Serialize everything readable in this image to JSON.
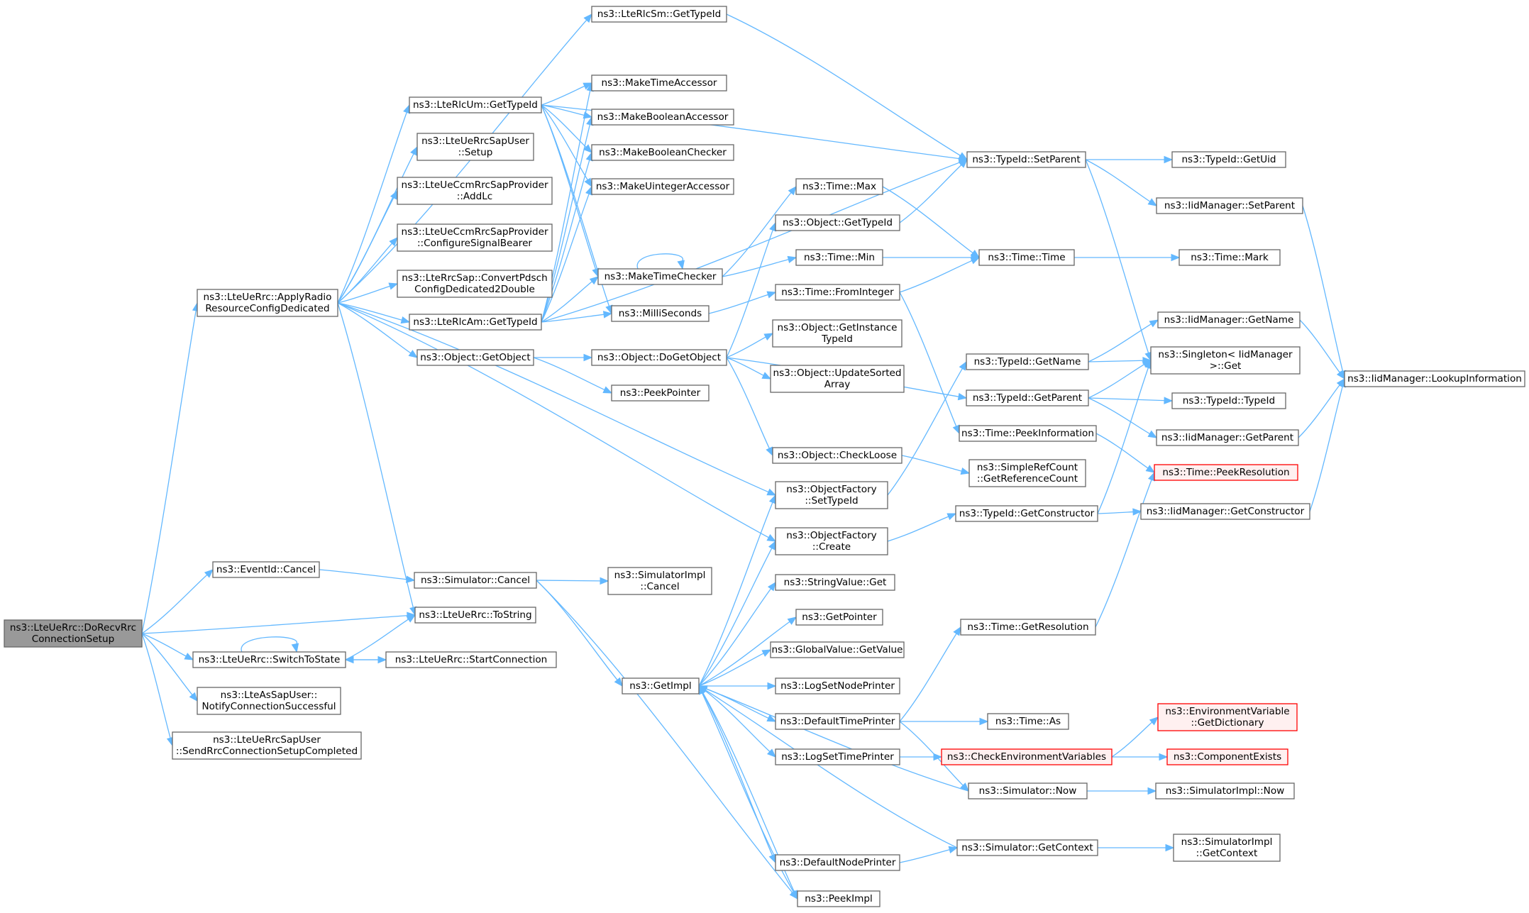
{
  "colors": {
    "edge": "#63b8ff",
    "node_border": "#666666",
    "root_fill": "#999999",
    "warn_border": "#ff0000",
    "warn_fill": "#fff0f0"
  },
  "nodes": [
    {
      "id": "root",
      "lines": [
        "ns3::LteUeRrc::DoRecvRrc",
        "ConnectionSetup"
      ],
      "style": "root"
    },
    {
      "id": "applyRadio",
      "lines": [
        "ns3::LteUeRrc::ApplyRadio",
        "ResourceConfigDedicated"
      ]
    },
    {
      "id": "eventCancel",
      "lines": [
        "ns3::EventId::Cancel"
      ]
    },
    {
      "id": "toString",
      "lines": [
        "ns3::LteUeRrc::ToString"
      ]
    },
    {
      "id": "switchToState",
      "lines": [
        "ns3::LteUeRrc::SwitchToState"
      ]
    },
    {
      "id": "notifyConn",
      "lines": [
        "ns3::LteAsSapUser::",
        "NotifyConnectionSuccessful"
      ]
    },
    {
      "id": "sendRrcSetup",
      "lines": [
        "ns3::LteUeRrcSapUser",
        "::SendRrcConnectionSetupCompleted"
      ]
    },
    {
      "id": "rlcSmGetTypeId",
      "lines": [
        "ns3::LteRlcSm::GetTypeId"
      ]
    },
    {
      "id": "rlcUmGetTypeId",
      "lines": [
        "ns3::LteRlcUm::GetTypeId"
      ]
    },
    {
      "id": "rrcSapSetup",
      "lines": [
        "ns3::LteUeRrcSapUser",
        "::Setup"
      ]
    },
    {
      "id": "ccmAddLc",
      "lines": [
        "ns3::LteUeCcmRrcSapProvider",
        "::AddLc"
      ]
    },
    {
      "id": "ccmConfigSignal",
      "lines": [
        "ns3::LteUeCcmRrcSapProvider",
        "::ConfigureSignalBearer"
      ]
    },
    {
      "id": "convertPdsch",
      "lines": [
        "ns3::LteRrcSap::ConvertPdsch",
        "ConfigDedicated2Double"
      ]
    },
    {
      "id": "rlcAmGetTypeId",
      "lines": [
        "ns3::LteRlcAm::GetTypeId"
      ]
    },
    {
      "id": "objGetObject",
      "lines": [
        "ns3::Object::GetObject"
      ]
    },
    {
      "id": "simCancel",
      "lines": [
        "ns3::Simulator::Cancel"
      ]
    },
    {
      "id": "startConn",
      "lines": [
        "ns3::LteUeRrc::StartConnection"
      ]
    },
    {
      "id": "makeTimeAcc",
      "lines": [
        "ns3::MakeTimeAccessor"
      ]
    },
    {
      "id": "makeBoolAcc",
      "lines": [
        "ns3::MakeBooleanAccessor"
      ]
    },
    {
      "id": "makeBoolChk",
      "lines": [
        "ns3::MakeBooleanChecker"
      ]
    },
    {
      "id": "makeUintAcc",
      "lines": [
        "ns3::MakeUintegerAccessor"
      ]
    },
    {
      "id": "makeTimeChk",
      "lines": [
        "ns3::MakeTimeChecker"
      ]
    },
    {
      "id": "milliSeconds",
      "lines": [
        "ns3::MilliSeconds"
      ]
    },
    {
      "id": "doGetObject",
      "lines": [
        "ns3::Object::DoGetObject"
      ]
    },
    {
      "id": "peekPointer",
      "lines": [
        "ns3::PeekPointer"
      ]
    },
    {
      "id": "simImplCancel",
      "lines": [
        "ns3::SimulatorImpl",
        "::Cancel"
      ]
    },
    {
      "id": "getImpl",
      "lines": [
        "ns3::GetImpl"
      ]
    },
    {
      "id": "timeMax",
      "lines": [
        "ns3::Time::Max"
      ]
    },
    {
      "id": "objGetTypeId",
      "lines": [
        "ns3::Object::GetTypeId"
      ]
    },
    {
      "id": "timeMin",
      "lines": [
        "ns3::Time::Min"
      ]
    },
    {
      "id": "timeFromInt",
      "lines": [
        "ns3::Time::FromInteger"
      ]
    },
    {
      "id": "objGetInstTypeId",
      "lines": [
        "ns3::Object::GetInstance",
        "TypeId"
      ]
    },
    {
      "id": "objUpdSorted",
      "lines": [
        "ns3::Object::UpdateSorted",
        "Array"
      ]
    },
    {
      "id": "objCheckLoose",
      "lines": [
        "ns3::Object::CheckLoose"
      ]
    },
    {
      "id": "objFactSetType",
      "lines": [
        "ns3::ObjectFactory",
        "::SetTypeId"
      ]
    },
    {
      "id": "objFactCreate",
      "lines": [
        "ns3::ObjectFactory",
        "::Create"
      ]
    },
    {
      "id": "strValGet",
      "lines": [
        "ns3::StringValue::Get"
      ]
    },
    {
      "id": "getPointer",
      "lines": [
        "ns3::GetPointer"
      ]
    },
    {
      "id": "globalValGet",
      "lines": [
        "ns3::GlobalValue::GetValue"
      ]
    },
    {
      "id": "logSetNodeP",
      "lines": [
        "ns3::LogSetNodePrinter"
      ]
    },
    {
      "id": "defTimePrinter",
      "lines": [
        "ns3::DefaultTimePrinter"
      ]
    },
    {
      "id": "logSetTimeP",
      "lines": [
        "ns3::LogSetTimePrinter"
      ]
    },
    {
      "id": "defNodePrinter",
      "lines": [
        "ns3::DefaultNodePrinter"
      ]
    },
    {
      "id": "peekImpl",
      "lines": [
        "ns3::PeekImpl"
      ]
    },
    {
      "id": "typeIdSetParent",
      "lines": [
        "ns3::TypeId::SetParent"
      ]
    },
    {
      "id": "timeTime",
      "lines": [
        "ns3::Time::Time"
      ]
    },
    {
      "id": "typeIdGetName",
      "lines": [
        "ns3::TypeId::GetName"
      ]
    },
    {
      "id": "typeIdGetParent",
      "lines": [
        "ns3::TypeId::GetParent"
      ]
    },
    {
      "id": "timePeekInfo",
      "lines": [
        "ns3::Time::PeekInformation"
      ]
    },
    {
      "id": "simpleRefCount",
      "lines": [
        "ns3::SimpleRefCount",
        "::GetReferenceCount"
      ]
    },
    {
      "id": "typeIdGetCtor",
      "lines": [
        "ns3::TypeId::GetConstructor"
      ]
    },
    {
      "id": "timeGetRes",
      "lines": [
        "ns3::Time::GetResolution"
      ]
    },
    {
      "id": "timeAs",
      "lines": [
        "ns3::Time::As"
      ]
    },
    {
      "id": "checkEnvVars",
      "lines": [
        "ns3::CheckEnvironmentVariables"
      ],
      "style": "red"
    },
    {
      "id": "simNow",
      "lines": [
        "ns3::Simulator::Now"
      ]
    },
    {
      "id": "simGetContext",
      "lines": [
        "ns3::Simulator::GetContext"
      ]
    },
    {
      "id": "typeIdGetUid",
      "lines": [
        "ns3::TypeId::GetUid"
      ]
    },
    {
      "id": "iidSetParent",
      "lines": [
        "ns3::IidManager::SetParent"
      ]
    },
    {
      "id": "timeMark",
      "lines": [
        "ns3::Time::Mark"
      ]
    },
    {
      "id": "iidGetName",
      "lines": [
        "ns3::IidManager::GetName"
      ]
    },
    {
      "id": "singletonGet",
      "lines": [
        "ns3::Singleton< IidManager",
        " >::Get"
      ]
    },
    {
      "id": "typeIdTypeId",
      "lines": [
        "ns3::TypeId::TypeId"
      ]
    },
    {
      "id": "iidGetParent",
      "lines": [
        "ns3::IidManager::GetParent"
      ]
    },
    {
      "id": "timePeekRes",
      "lines": [
        "ns3::Time::PeekResolution"
      ],
      "style": "red"
    },
    {
      "id": "iidGetCtor",
      "lines": [
        "ns3::IidManager::GetConstructor"
      ]
    },
    {
      "id": "envVarGetDict",
      "lines": [
        "ns3::EnvironmentVariable",
        "::GetDictionary"
      ],
      "style": "red"
    },
    {
      "id": "componentExists",
      "lines": [
        "ns3::ComponentExists"
      ],
      "style": "red"
    },
    {
      "id": "simImplNow",
      "lines": [
        "ns3::SimulatorImpl::Now"
      ]
    },
    {
      "id": "simImplGetCtx",
      "lines": [
        "ns3::SimulatorImpl",
        "::GetContext"
      ]
    },
    {
      "id": "iidLookupInfo",
      "lines": [
        "ns3::IidManager::LookupInformation"
      ]
    }
  ],
  "edges": [
    [
      "root",
      "applyRadio"
    ],
    [
      "root",
      "eventCancel"
    ],
    [
      "root",
      "toString"
    ],
    [
      "root",
      "switchToState"
    ],
    [
      "root",
      "notifyConn"
    ],
    [
      "root",
      "sendRrcSetup"
    ],
    [
      "applyRadio",
      "rlcSmGetTypeId"
    ],
    [
      "applyRadio",
      "rlcUmGetTypeId"
    ],
    [
      "applyRadio",
      "rrcSapSetup"
    ],
    [
      "applyRadio",
      "ccmAddLc"
    ],
    [
      "applyRadio",
      "ccmConfigSignal"
    ],
    [
      "applyRadio",
      "convertPdsch"
    ],
    [
      "applyRadio",
      "rlcAmGetTypeId"
    ],
    [
      "applyRadio",
      "objGetObject"
    ],
    [
      "applyRadio",
      "objFactSetType"
    ],
    [
      "applyRadio",
      "objFactCreate"
    ],
    [
      "applyRadio",
      "toString"
    ],
    [
      "eventCancel",
      "simCancel"
    ],
    [
      "switchToState",
      "switchToState"
    ],
    [
      "switchToState",
      "toString"
    ],
    [
      "switchToState",
      "startConn"
    ],
    [
      "startConn",
      "switchToState"
    ],
    [
      "rlcSmGetTypeId",
      "typeIdSetParent"
    ],
    [
      "rlcUmGetTypeId",
      "makeTimeAcc"
    ],
    [
      "rlcUmGetTypeId",
      "makeBoolAcc"
    ],
    [
      "rlcUmGetTypeId",
      "makeBoolChk"
    ],
    [
      "rlcUmGetTypeId",
      "makeUintAcc"
    ],
    [
      "rlcUmGetTypeId",
      "makeTimeChk"
    ],
    [
      "rlcUmGetTypeId",
      "milliSeconds"
    ],
    [
      "rlcUmGetTypeId",
      "typeIdSetParent"
    ],
    [
      "rlcAmGetTypeId",
      "makeTimeAcc"
    ],
    [
      "rlcAmGetTypeId",
      "makeBoolAcc"
    ],
    [
      "rlcAmGetTypeId",
      "makeBoolChk"
    ],
    [
      "rlcAmGetTypeId",
      "makeUintAcc"
    ],
    [
      "rlcAmGetTypeId",
      "makeTimeChk"
    ],
    [
      "rlcAmGetTypeId",
      "milliSeconds"
    ],
    [
      "rlcAmGetTypeId",
      "typeIdSetParent"
    ],
    [
      "objGetObject",
      "doGetObject"
    ],
    [
      "objGetObject",
      "peekPointer"
    ],
    [
      "simCancel",
      "simImplCancel"
    ],
    [
      "simCancel",
      "getImpl"
    ],
    [
      "simCancel",
      "peekImpl"
    ],
    [
      "makeTimeChk",
      "makeTimeChk"
    ],
    [
      "makeTimeChk",
      "timeMax"
    ],
    [
      "makeTimeChk",
      "timeMin"
    ],
    [
      "milliSeconds",
      "timeFromInt"
    ],
    [
      "doGetObject",
      "objGetTypeId"
    ],
    [
      "doGetObject",
      "objGetInstTypeId"
    ],
    [
      "doGetObject",
      "objUpdSorted"
    ],
    [
      "doGetObject",
      "objCheckLoose"
    ],
    [
      "doGetObject",
      "typeIdGetParent"
    ],
    [
      "getImpl",
      "objFactSetType"
    ],
    [
      "getImpl",
      "objFactCreate"
    ],
    [
      "getImpl",
      "strValGet"
    ],
    [
      "getImpl",
      "getPointer"
    ],
    [
      "getImpl",
      "globalValGet"
    ],
    [
      "getImpl",
      "logSetNodeP"
    ],
    [
      "getImpl",
      "defTimePrinter"
    ],
    [
      "getImpl",
      "logSetTimeP"
    ],
    [
      "getImpl",
      "defNodePrinter"
    ],
    [
      "getImpl",
      "peekImpl"
    ],
    [
      "timeMax",
      "timeTime"
    ],
    [
      "objGetTypeId",
      "typeIdSetParent"
    ],
    [
      "timeMin",
      "timeTime"
    ],
    [
      "timeFromInt",
      "timeTime"
    ],
    [
      "timeFromInt",
      "timePeekInfo"
    ],
    [
      "objCheckLoose",
      "simpleRefCount"
    ],
    [
      "objFactSetType",
      "typeIdGetName"
    ],
    [
      "objFactCreate",
      "typeIdGetCtor"
    ],
    [
      "defTimePrinter",
      "timeGetRes"
    ],
    [
      "defTimePrinter",
      "timeAs"
    ],
    [
      "defTimePrinter",
      "simNow"
    ],
    [
      "logSetTimeP",
      "checkEnvVars"
    ],
    [
      "defNodePrinter",
      "simGetContext"
    ],
    [
      "peekImpl",
      "getImpl"
    ],
    [
      "typeIdSetParent",
      "typeIdGetUid"
    ],
    [
      "typeIdSetParent",
      "iidSetParent"
    ],
    [
      "typeIdSetParent",
      "singletonGet"
    ],
    [
      "timeTime",
      "timeMark"
    ],
    [
      "typeIdGetName",
      "iidGetName"
    ],
    [
      "typeIdGetName",
      "singletonGet"
    ],
    [
      "typeIdGetParent",
      "singletonGet"
    ],
    [
      "typeIdGetParent",
      "typeIdTypeId"
    ],
    [
      "typeIdGetParent",
      "iidGetParent"
    ],
    [
      "timePeekInfo",
      "timePeekRes"
    ],
    [
      "typeIdGetCtor",
      "singletonGet"
    ],
    [
      "typeIdGetCtor",
      "iidGetCtor"
    ],
    [
      "timeGetRes",
      "timePeekRes"
    ],
    [
      "checkEnvVars",
      "envVarGetDict"
    ],
    [
      "checkEnvVars",
      "componentExists"
    ],
    [
      "simNow",
      "getImpl"
    ],
    [
      "simNow",
      "simImplNow"
    ],
    [
      "simGetContext",
      "getImpl"
    ],
    [
      "simGetContext",
      "simImplGetCtx"
    ],
    [
      "iidSetParent",
      "iidLookupInfo"
    ],
    [
      "iidGetName",
      "iidLookupInfo"
    ],
    [
      "iidGetParent",
      "iidLookupInfo"
    ],
    [
      "iidGetCtor",
      "iidLookupInfo"
    ]
  ]
}
